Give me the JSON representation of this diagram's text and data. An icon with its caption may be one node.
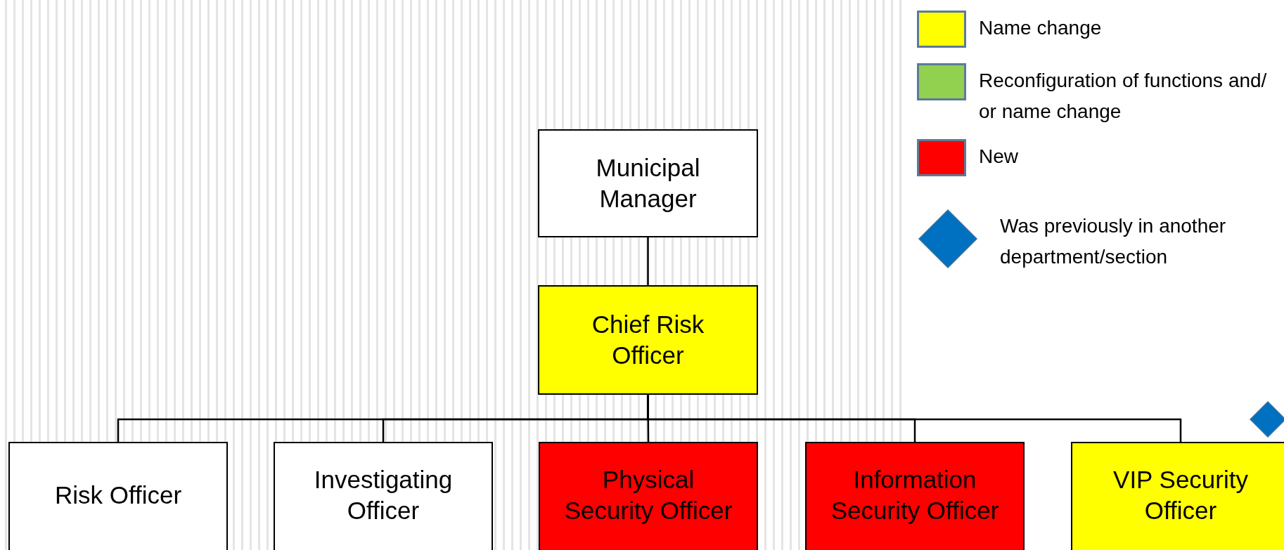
{
  "diagram": {
    "nodes": [
      {
        "text": [
          "Municipal Manager"
        ]
      },
      {
        "text": [
          "Chief Risk Officer"
        ]
      },
      {
        "text": [
          "Risk Officer"
        ]
      },
      {
        "text": [
          "Investigating Officer"
        ]
      },
      {
        "text": [
          "Physical Security Officer"
        ]
      },
      {
        "text": [
          "Information Security Officer"
        ]
      },
      {
        "text": [
          "VIP Security Officer"
        ]
      }
    ],
    "edges": [
      {
        "from": 0,
        "to": 1,
        "arrow": "none"
      },
      {
        "from": 1,
        "to": 2,
        "arrow": "none"
      },
      {
        "from": 1,
        "to": 3,
        "arrow": "none"
      },
      {
        "from": 1,
        "to": 4,
        "arrow": "none"
      },
      {
        "from": 1,
        "to": 5,
        "arrow": "none"
      },
      {
        "from": 1,
        "to": 6,
        "arrow": "none"
      }
    ],
    "legend": [
      {
        "text": "Name change",
        "color": "#ffff00"
      },
      {
        "text": "Reconfiguration of functions and/ or name change",
        "color": "#92d050"
      },
      {
        "text": "New",
        "color": "#ff0000"
      },
      {
        "text": "Was previously in another department/section"
      }
    ]
  }
}
